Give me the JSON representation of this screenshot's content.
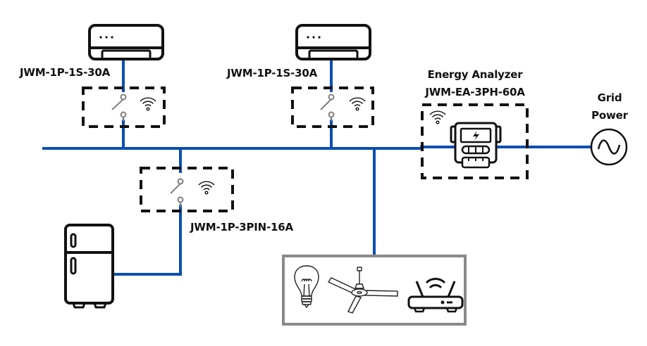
{
  "diagram": {
    "title": "Smart energy monitoring wiring diagram",
    "colors": {
      "wire": "#0b4fb0",
      "outline": "#111111",
      "switch": "#808080",
      "appliance_box": "#8a8a8a"
    },
    "nodes": {
      "ac_unit_left": {
        "icon": "air-conditioner-icon",
        "switch_label": "JWM-1P-1S-30A"
      },
      "ac_unit_right": {
        "icon": "air-conditioner-icon",
        "switch_label": "JWM-1P-1S-30A"
      },
      "fridge": {
        "icon": "refrigerator-icon",
        "switch_label": "JWM-1P-3PIN-16A"
      },
      "analyzer": {
        "title": "Energy Analyzer",
        "model": "JWM-EA-3PH-60A",
        "icon": "energy-meter-icon"
      },
      "grid": {
        "line1": "Grid",
        "line2": "Power",
        "icon": "ac-source-icon"
      },
      "appliances": {
        "icons": [
          "light-bulb-icon",
          "ceiling-fan-icon",
          "wifi-router-icon"
        ]
      }
    },
    "switch_icons": [
      "switch-icon",
      "wifi-icon"
    ]
  }
}
